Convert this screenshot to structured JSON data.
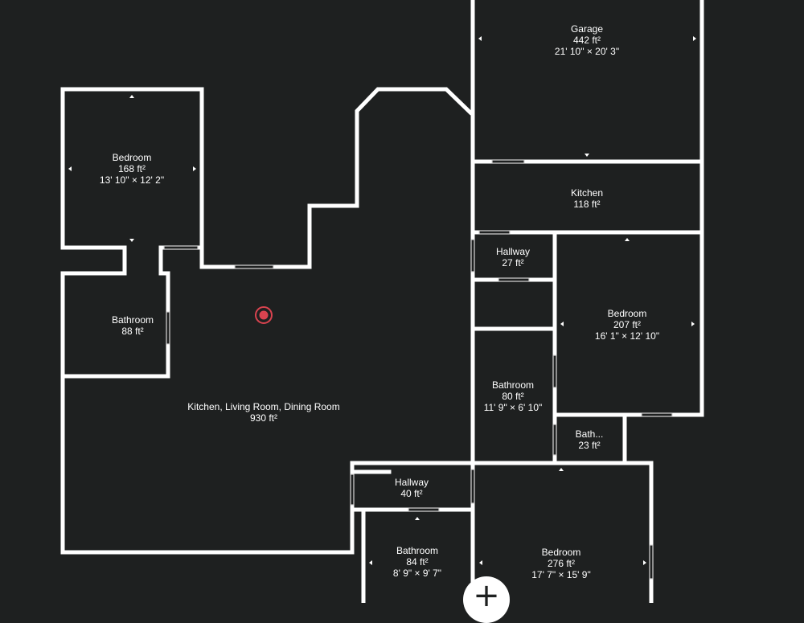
{
  "rooms": {
    "garage": {
      "name": "Garage",
      "area": "442 ft²",
      "dims": "21' 10\" × 20' 3\""
    },
    "bedroom_nw": {
      "name": "Bedroom",
      "area": "168 ft²",
      "dims": "13' 10\" × 12' 2\""
    },
    "kitchen_east": {
      "name": "Kitchen",
      "area": "118 ft²"
    },
    "hallway_upper": {
      "name": "Hallway",
      "area": "27 ft²"
    },
    "bathroom_west": {
      "name": "Bathroom",
      "area": "88 ft²"
    },
    "bedroom_east": {
      "name": "Bedroom",
      "area": "207 ft²",
      "dims": "16' 1\" × 12' 10\""
    },
    "great_room": {
      "name": "Kitchen, Living Room, Dining Room",
      "area": "930 ft²"
    },
    "bathroom_center": {
      "name": "Bathroom",
      "area": "80 ft²",
      "dims": "11' 9\" × 6' 10\""
    },
    "bath_small": {
      "name": "Bath...",
      "area": "23 ft²"
    },
    "hallway_lower": {
      "name": "Hallway",
      "area": "40 ft²"
    },
    "bathroom_south": {
      "name": "Bathroom",
      "area": "84 ft²",
      "dims": "8' 9\" × 9' 7\""
    },
    "bedroom_south": {
      "name": "Bedroom",
      "area": "276 ft²",
      "dims": "17' 7\" × 15' 9\""
    }
  },
  "colors": {
    "background": "#1e2020",
    "wall": "#ffffff",
    "text": "#ffffff",
    "marker": "#d9434f"
  },
  "controls": {
    "add_icon": "plus-icon",
    "marker_icon": "location-marker-icon"
  }
}
